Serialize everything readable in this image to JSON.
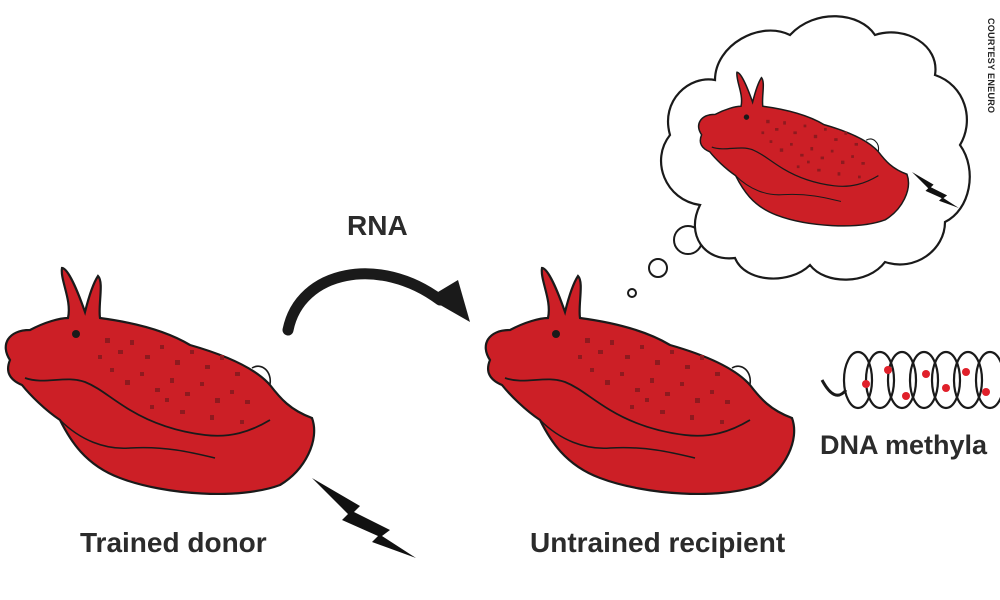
{
  "labels": {
    "rna": "RNA",
    "trained_donor": "Trained donor",
    "untrained_recipient": "Untrained recipient",
    "dna_methylation": "DNA methyla",
    "credit": "COURTESY ENEURO"
  },
  "colors": {
    "slug_fill": "#cc1f26",
    "slug_spots": "#8e1a1f",
    "outline": "#1a1a1a",
    "text": "#2b2b2b",
    "methyl_dot": "#e0202a"
  },
  "icons": {
    "shock": "lightning-bolt",
    "arrow": "curved-arrow",
    "thought": "thought-bubble",
    "dna": "dna-helix"
  }
}
